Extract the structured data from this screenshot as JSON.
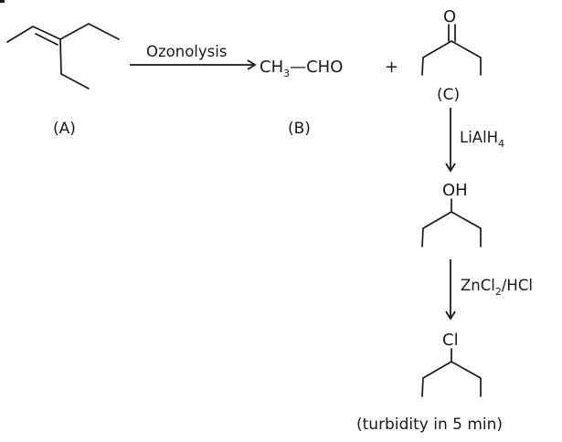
{
  "reagents": {
    "ozonolysis": "Ozonolysis",
    "reduction_main": "LiAlH",
    "reduction_sub": "4",
    "chlorination_a": "ZnCl",
    "chlorination_sub": "2",
    "chlorination_b": "/HCl"
  },
  "product_b": {
    "left": "CH",
    "left_sub": "3",
    "right": "—CHO"
  },
  "plus_sign": "+",
  "atoms": {
    "carbonyl_o": "O",
    "hydroxyl": "OH",
    "chlorine": "Cl"
  },
  "labels": {
    "a": "(A)",
    "b": "(B)",
    "c": "(C)"
  },
  "note": "(turbidity in 5 min)"
}
